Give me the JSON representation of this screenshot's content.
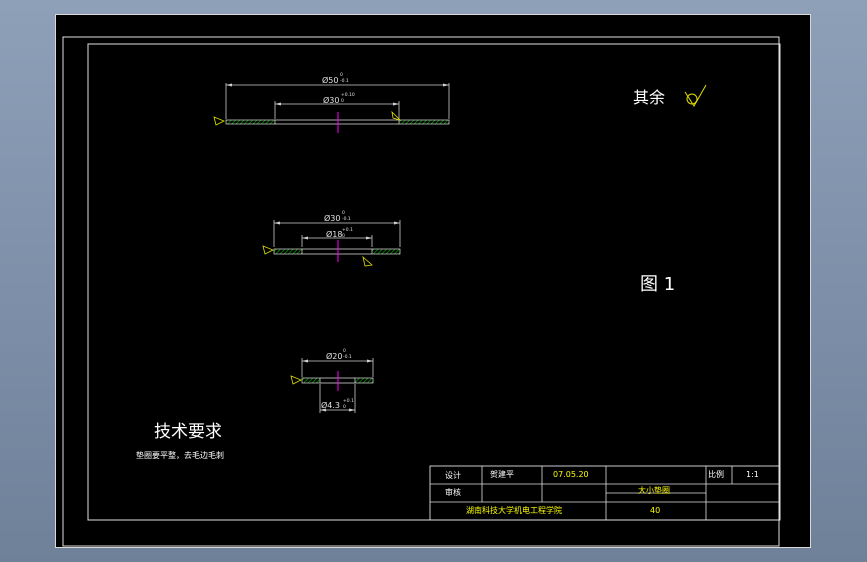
{
  "roughness": {
    "label": "其余"
  },
  "figure_label": "图 1",
  "tech_req": {
    "title": "技术要求",
    "text": "垫圈要平整，去毛边毛刺"
  },
  "part1": {
    "outer_dim": "Ø50",
    "outer_tol_upper": "0",
    "outer_tol_lower": "-0.1",
    "inner_dim": "Ø30",
    "inner_tol_upper": "+0.10",
    "inner_tol_lower": "0"
  },
  "part2": {
    "outer_dim": "Ø30",
    "outer_tol_upper": "0",
    "outer_tol_lower": "-0.1",
    "inner_dim": "Ø18",
    "inner_tol_upper": "+0.1",
    "inner_tol_lower": "0"
  },
  "part3": {
    "outer_dim": "Ø20",
    "outer_tol_upper": "0",
    "outer_tol_lower": "-0.1",
    "inner_dim": "Ø4.3",
    "inner_tol_upper": "+0.1",
    "inner_tol_lower": "0"
  },
  "title_block": {
    "design_label": "设计",
    "designer": "贺建平",
    "date": "07.05.20",
    "review_label": "审核",
    "part_name": "大小垫圈",
    "scale_label": "比例",
    "scale": "1:1",
    "school": "湖南科技大学机电工程学院",
    "number": "40"
  }
}
